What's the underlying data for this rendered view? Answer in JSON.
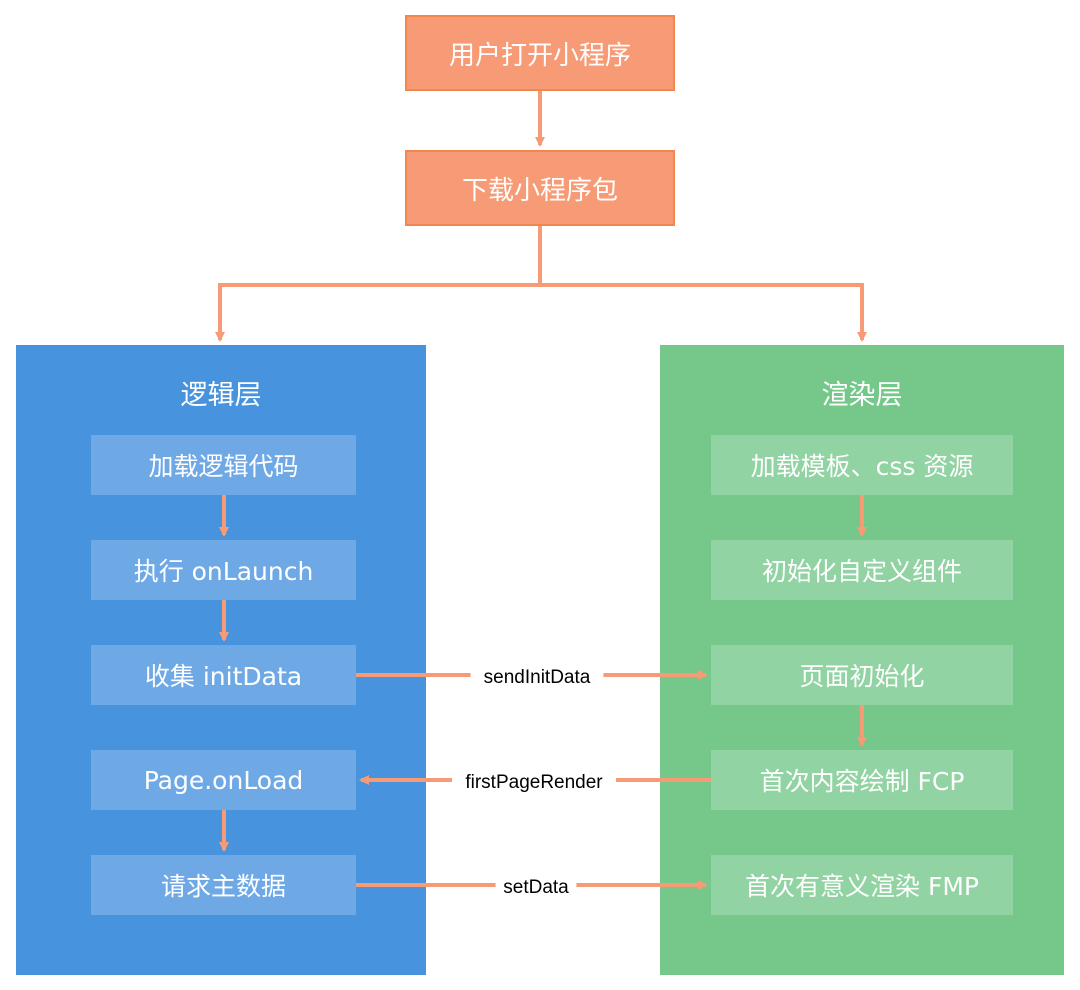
{
  "flow": {
    "open_app": "用户打开小程序",
    "download_package": "下载小程序包"
  },
  "logic_layer": {
    "title": "逻辑层",
    "items": [
      "加载逻辑代码",
      "执行 onLaunch",
      "收集 initData",
      "Page.onLoad",
      "请求主数据"
    ]
  },
  "render_layer": {
    "title": "渲染层",
    "items": [
      "加载模板、css 资源",
      "初始化自定义组件",
      "页面初始化",
      "首次内容绘制 FCP",
      "首次有意义渲染 FMP"
    ]
  },
  "edges": {
    "send_init_data": "sendInitData",
    "first_page_render": "firstPageRender",
    "set_data": "setData"
  },
  "colors": {
    "arrow": "#f79b76",
    "top_box_fill": "#f79b76",
    "logic_panel": "#4893de",
    "render_panel": "#75c78a"
  }
}
